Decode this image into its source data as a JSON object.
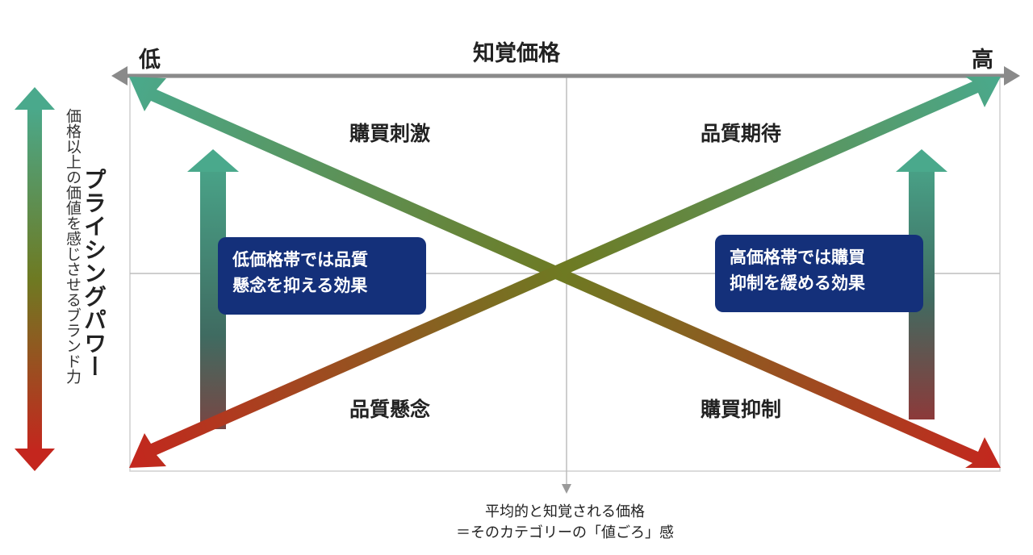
{
  "axis": {
    "title": "知覚価格",
    "low": "低",
    "high": "高"
  },
  "quadrants": {
    "top_left": "購買刺激",
    "top_right": "品質期待",
    "bottom_left": "品質懸念",
    "bottom_right": "購買抑制"
  },
  "callouts": {
    "left": [
      "低価格帯では品質",
      "懸念を抑える効果"
    ],
    "right": [
      "高価格帯では購買",
      "抑制を緩める効果"
    ]
  },
  "vertical_axis": {
    "main": "プライシングパワー",
    "sub": "価格以上の価値を感じさせるブランド力"
  },
  "footnote": {
    "line1": "平均的と知覚される価格",
    "line2": "＝そのカテゴリーの「値ごろ」感"
  },
  "colors": {
    "green": "#4aa98c",
    "olive": "#6e7a22",
    "red": "#c4261e",
    "navy": "#14307a",
    "axis_gray": "#8a8a8a"
  }
}
